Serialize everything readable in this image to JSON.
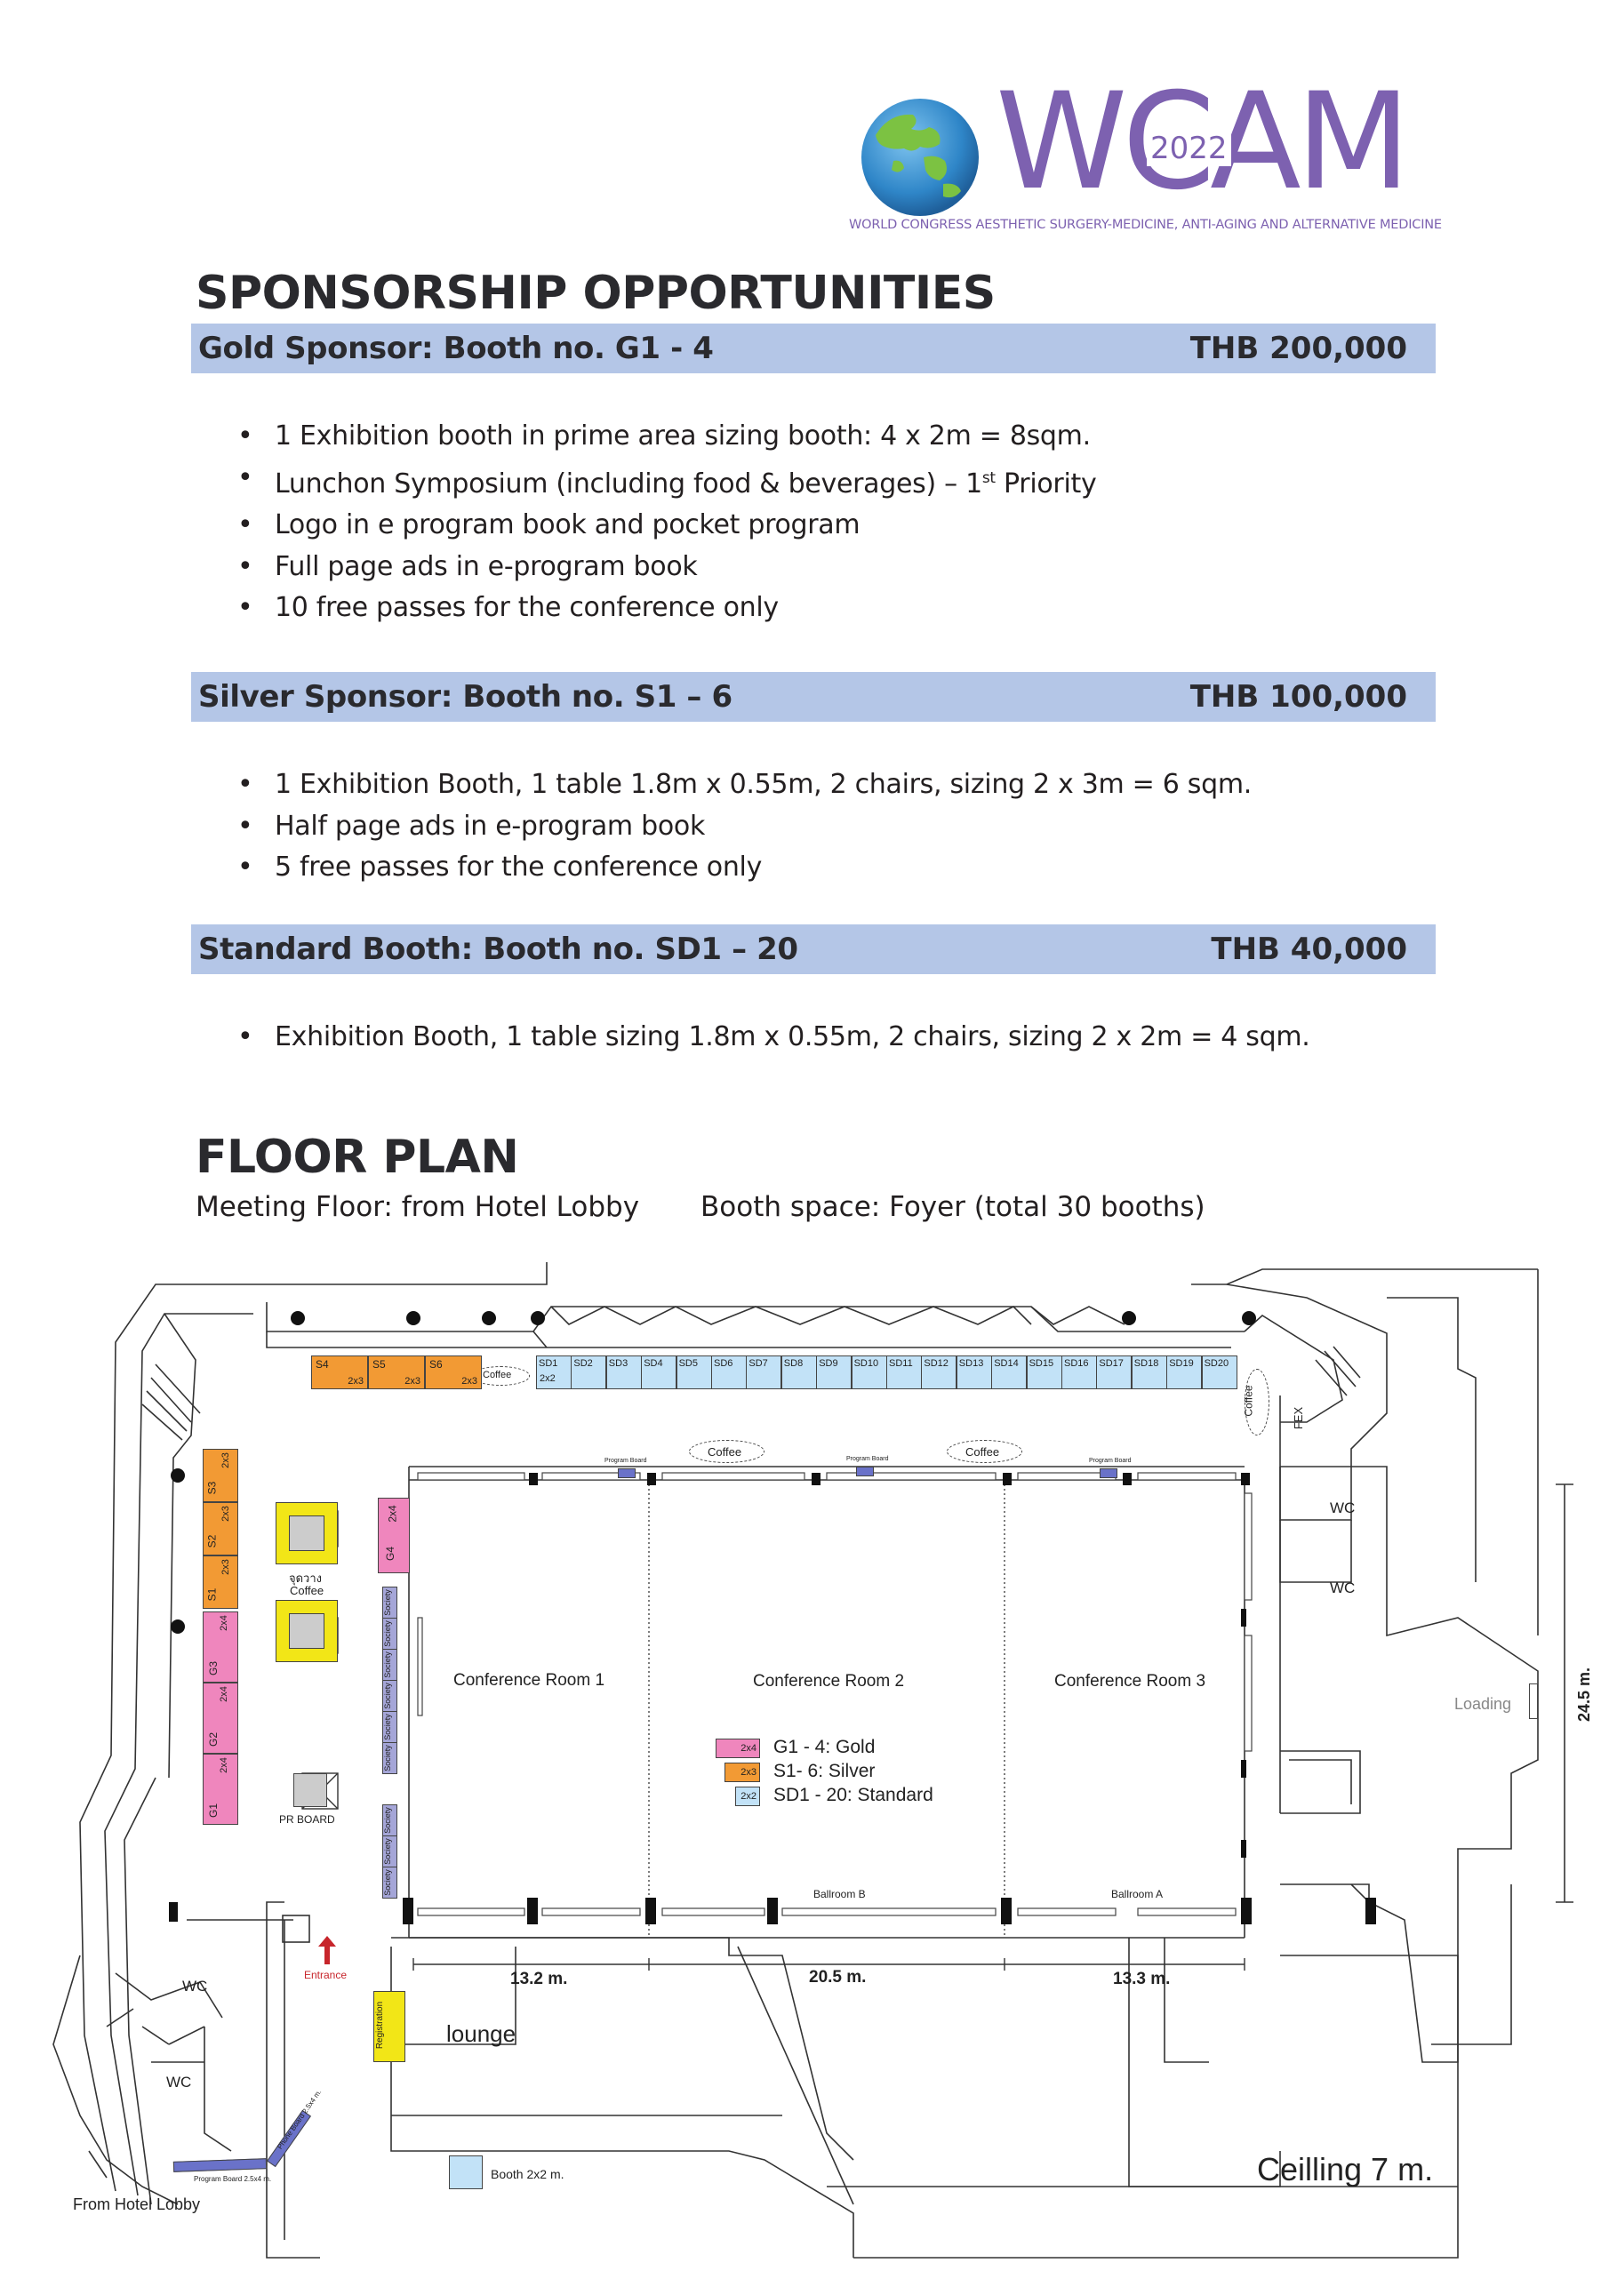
{
  "logo": {
    "text": "WCAM",
    "year": "2022",
    "tagline": "WORLD CONGRESS AESTHETIC SURGERY-MEDICINE, ANTI-AGING AND ALTERNATIVE MEDICINE",
    "brand_color": "#7d61b0"
  },
  "sponsorship": {
    "heading": "SPONSORSHIP OPPORTUNITIES",
    "tiers": [
      {
        "title": "Gold Sponsor: Booth no. G1 - 4",
        "price": "THB 200,000",
        "items": [
          "1 Exhibition booth in prime area sizing booth: 4 x 2m = 8sqm.",
          "Lunchon Symposium (including food & beverages) – 1",
          "Logo in e program book and pocket program",
          "Full page ads in e-program book",
          "10 free passes for the conference only"
        ],
        "item2_sup": "st",
        "item2_tail": " Priority"
      },
      {
        "title": "Silver Sponsor: Booth no. S1 – 6",
        "price": "THB 100,000",
        "items": [
          "1 Exhibition Booth, 1 table 1.8m x 0.55m, 2 chairs, sizing 2 x 3m = 6 sqm.",
          "Half page ads in e-program book",
          "5 free passes for the conference only"
        ]
      },
      {
        "title": "Standard Booth: Booth no. SD1 – 20",
        "price": "THB 40,000",
        "items": [
          "Exhibition Booth, 1 table sizing 1.8m x 0.55m, 2 chairs, sizing 2 x 2m = 4 sqm."
        ]
      }
    ],
    "bar_color": "#b4c6e7"
  },
  "floorplan": {
    "heading": "FLOOR PLAN",
    "subtitle_left": "Meeting Floor: from Hotel Lobby",
    "subtitle_right": "Booth space: Foyer (total 30 booths)",
    "standard_booths": [
      "SD1",
      "SD2",
      "SD3",
      "SD4",
      "SD5",
      "SD6",
      "SD7",
      "SD8",
      "SD9",
      "SD10",
      "SD11",
      "SD12",
      "SD13",
      "SD14",
      "SD15",
      "SD16",
      "SD17",
      "SD18",
      "SD19",
      "SD20"
    ],
    "sd1_size": "2x2",
    "silver_top": [
      {
        "id": "S4",
        "size": "2x3"
      },
      {
        "id": "S5",
        "size": "2x3"
      },
      {
        "id": "S6",
        "size": "2x3"
      }
    ],
    "silver_left": [
      {
        "id": "S3",
        "size": "2x3"
      },
      {
        "id": "S2",
        "size": "2x3"
      },
      {
        "id": "S1",
        "size": "2x3"
      }
    ],
    "gold_left": [
      {
        "id": "G3",
        "size": "2x4"
      },
      {
        "id": "G2",
        "size": "2x4"
      },
      {
        "id": "G1",
        "size": "2x4"
      }
    ],
    "gold_g4": {
      "id": "G4",
      "size": "2x4"
    },
    "society_label": "Society",
    "coffee": "Coffee",
    "fex": "FEX",
    "thai_label": "จุดวาง",
    "pr_board": "PR BOARD",
    "program_board": "Program Board",
    "rooms": [
      "Conference Room 1",
      "Conference Room 2",
      "Conference Room 3"
    ],
    "ballroom_b": "Ballroom B",
    "ballroom_a": "Ballroom A",
    "wc": "WC",
    "loading": "Loading",
    "entrance": "Entrance",
    "registration": "Registration",
    "lounge": "lounge",
    "booth_2x2_label": "Booth 2x2 m.",
    "ceiling": "Ceilling 7 m.",
    "from_lobby": "From Hotel Lobby",
    "program_board_size": "Program Board 2.5x4 m.",
    "phone_board": "Phone Board 2.5x4 m.",
    "dims": {
      "room1": "13.2  m.",
      "room2": "20.5  m.",
      "room3": "13.3  m.",
      "height": "24.5 m."
    },
    "legend": [
      {
        "size": "2x4",
        "label": "G1 - 4: Gold",
        "color": "#ef86bd"
      },
      {
        "size": "2x3",
        "label": "S1- 6: Silver",
        "color": "#f29a34"
      },
      {
        "size": "2x2",
        "label": "SD1 - 20: Standard",
        "color": "#c2e2f7"
      }
    ]
  }
}
